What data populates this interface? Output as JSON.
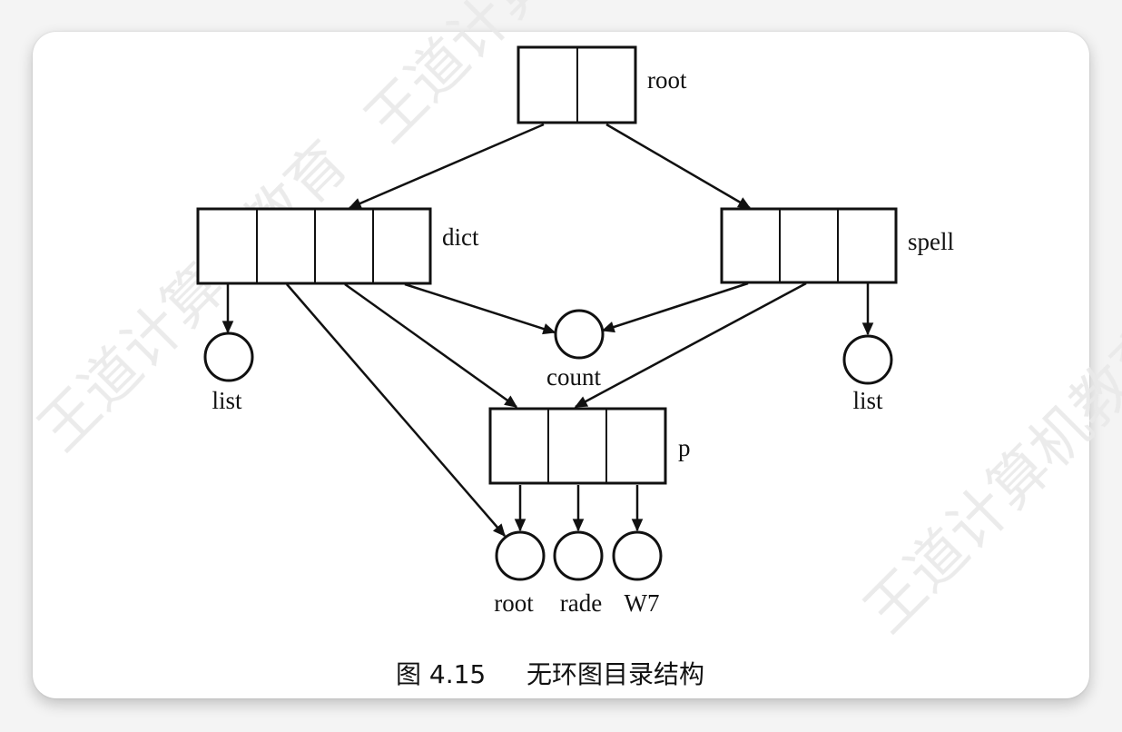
{
  "diagram": {
    "nodes": {
      "root_dir": "root",
      "dict_dir": "dict",
      "spell_dir": "spell",
      "p_dir": "p",
      "list_dict": "list",
      "count": "count",
      "list_spell": "list",
      "root_file": "root",
      "rade_file": "rade",
      "w7_file": "W7"
    }
  },
  "caption": {
    "number": "图 4.15",
    "title": "无环图目录结构"
  },
  "watermark": {
    "text": "王道计算机教育"
  }
}
